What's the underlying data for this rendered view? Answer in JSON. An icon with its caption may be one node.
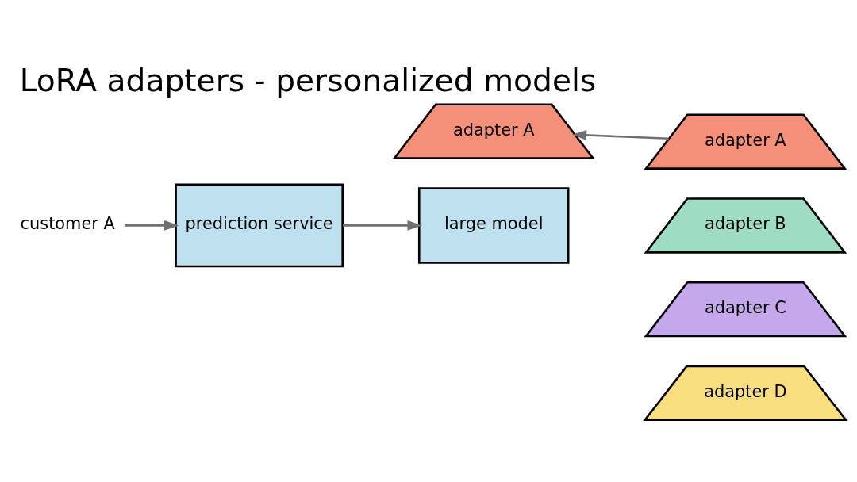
{
  "diagram": {
    "title": "LoRA adapters - personalized models",
    "nodes": [
      {
        "text": [
          "customer A"
        ]
      },
      {
        "text": [
          "prediction service"
        ]
      },
      {
        "text": [
          "adapter A"
        ]
      },
      {
        "text": [
          "large model"
        ]
      },
      {
        "text": [
          "adapter A"
        ]
      },
      {
        "text": [
          "adapter B"
        ]
      },
      {
        "text": [
          "adapter C"
        ]
      },
      {
        "text": [
          "adapter D"
        ]
      }
    ],
    "edges": [
      {
        "from": 0,
        "to": 1,
        "arrow": "to"
      },
      {
        "from": 1,
        "to": 3,
        "arrow": "to"
      },
      {
        "from": 4,
        "to": 2,
        "arrow": "to"
      }
    ]
  }
}
